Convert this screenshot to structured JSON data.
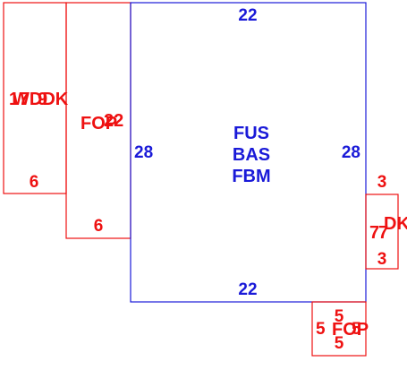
{
  "colors": {
    "red": "#ee1111",
    "blue": "#1a1ad8",
    "background": "#ffffff"
  },
  "main_area": {
    "codes": [
      "FUS",
      "BAS",
      "FBM"
    ],
    "top_dim": "22",
    "bottom_dim": "22",
    "left_dim": "28",
    "right_dim": "28"
  },
  "left_wood_deck": {
    "code": "WDDK",
    "dims_overlap": [
      "17",
      "9"
    ],
    "bottom_dim": "6"
  },
  "left_porch": {
    "code": "FOP",
    "dim": "22",
    "bottom_dim": "6"
  },
  "right_deck": {
    "code": "DK",
    "top_dim": "3",
    "side_dim": "7",
    "bottom_dim": "3"
  },
  "bottom_porch": {
    "code": "FOP",
    "top_dim": "5",
    "left_dim": "5",
    "right_dim": "5",
    "bottom_dim": "5"
  }
}
